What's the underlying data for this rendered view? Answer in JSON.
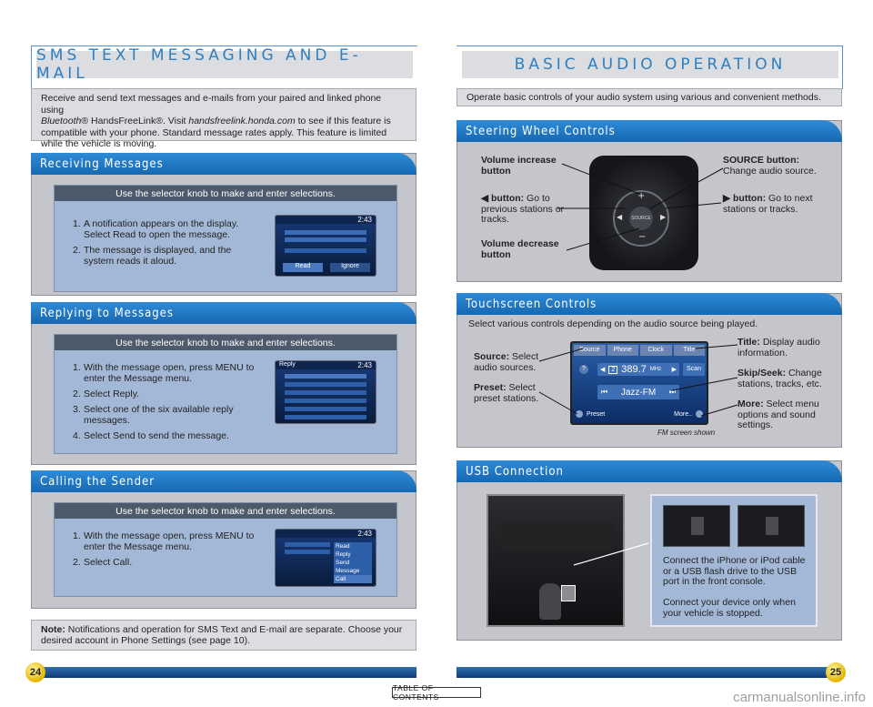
{
  "left": {
    "title": "SMS TEXT MESSAGING AND E-MAIL",
    "intro": {
      "line1": "Receive and send text messages and e-mails from your paired and linked phone using",
      "line2_italic": "Bluetooth",
      "line2_rest": "® HandsFreeLink®. Visit ",
      "link": "handsfreelink.honda.com",
      "line2_end": " to see if this feature is",
      "line3": "compatible with your phone. Standard message rates apply. This feature is limited",
      "line4": "while the vehicle is moving."
    },
    "sections": {
      "receiving": {
        "tab": "Receiving Messages",
        "head": "Use the selector knob to make and enter selections.",
        "steps": [
          {
            "num": "1.",
            "text": "A notification appears on the display. Select Read to open the message."
          },
          {
            "num": "2.",
            "text": "The message is displayed, and the system reads it aloud."
          }
        ],
        "screen": {
          "clock": "2:43",
          "read": "Read",
          "ignore": "Ignore"
        }
      },
      "replying": {
        "tab": "Replying to Messages",
        "head": "Use the selector knob to make and enter selections.",
        "steps": [
          {
            "num": "1.",
            "text": "With the message open, press MENU to enter the Message menu."
          },
          {
            "num": "2.",
            "text": "Select Reply."
          },
          {
            "num": "3.",
            "text": "Select one of the six available reply messages."
          },
          {
            "num": "4.",
            "text": "Select Send to send the message."
          }
        ],
        "screen": {
          "clock": "2:43",
          "header": "Reply"
        }
      },
      "calling": {
        "tab": "Calling the Sender",
        "head": "Use the selector knob to make and enter selections.",
        "steps": [
          {
            "num": "1.",
            "text": "With the message open, press MENU to enter the Message menu."
          },
          {
            "num": "2.",
            "text": "Select Call."
          }
        ],
        "screen": {
          "clock": "2:43",
          "menu": [
            "Read",
            "Reply",
            "Send Message",
            "Call"
          ]
        }
      }
    },
    "note": {
      "label": "Note:",
      "text": " Notifications and operation for SMS Text and E-mail are separate. Choose your desired account in Phone Settings (see page 10)."
    },
    "page": "24"
  },
  "right": {
    "title": "BASIC AUDIO OPERATION",
    "intro": "Operate basic controls of your audio system using various and convenient methods.",
    "steering": {
      "tab": "Steering Wheel Controls",
      "vol_up": {
        "bold": "Volume increase button"
      },
      "prev": {
        "bold": "◀ button:",
        "text": " Go to previous stations or tracks."
      },
      "vol_down": {
        "bold": "Volume decrease button"
      },
      "source": {
        "bold": "SOURCE button:",
        "text": "Change audio source."
      },
      "next": {
        "bold": "▶ button:",
        "text": " Go to next stations or tracks."
      },
      "wheel_label": "SOURCE"
    },
    "touch": {
      "tab": "Touchscreen Controls",
      "intro": "Select various controls depending on the audio source being played.",
      "source": {
        "bold": "Source:",
        "text": " Select audio sources."
      },
      "preset": {
        "bold": "Preset:",
        "text": " Select preset stations."
      },
      "title": {
        "bold": "Title:",
        "text": " Display audio information."
      },
      "skip": {
        "bold": "Skip/Seek:",
        "text": " Change stations, tracks, etc."
      },
      "more": {
        "bold": "More:",
        "text": " Select menu options and sound settings."
      },
      "caption": "FM screen shown",
      "screen": {
        "tabs": [
          "Source",
          "Phone",
          "Clock",
          "Title"
        ],
        "preset_num": "2",
        "freq": "389.7",
        "unit": "MHz",
        "scan": "Scan",
        "station": "Jazz-FM",
        "preset": "Preset",
        "more": "More.."
      }
    },
    "usb": {
      "tab": "USB Connection",
      "text1": "Connect the iPhone or iPod cable or a USB flash drive to the USB port in the front console.",
      "text2": "Connect your device only when your vehicle is stopped."
    },
    "page": "25"
  },
  "footer": {
    "toc": "TABLE OF CONTENTS",
    "watermark": "carmanualsonline.info"
  }
}
